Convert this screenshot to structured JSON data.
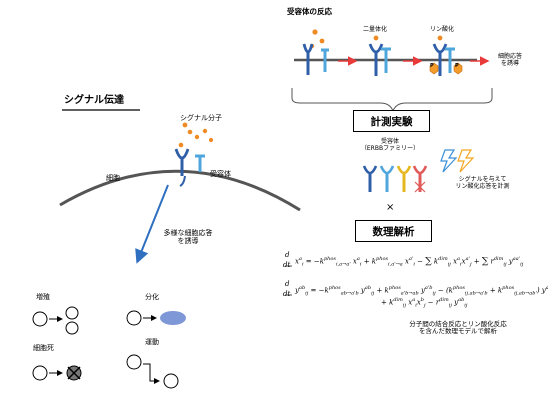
{
  "top_reaction": {
    "title": "受容体の反応",
    "dimerization_label": "二量体化",
    "phosphorylation_label": "リン酸化",
    "cell_response_label_1": "細胞応答",
    "cell_response_label_2": "を誘導",
    "phospho_marker": "P"
  },
  "signaling": {
    "title": "シグナル伝達",
    "signal_molecule_label": "シグナル分子",
    "receptor_label": "受容体",
    "cell_label": "細胞",
    "diverse_response_1": "多様な細胞応答",
    "diverse_response_2": "を誘導"
  },
  "outcomes": {
    "proliferation": "増殖",
    "differentiation": "分化",
    "cell_death": "細胞死",
    "migration": "運動"
  },
  "measurement": {
    "box_label": "計測実験",
    "family_label_1": "受容体",
    "family_label_2": "（ERBBファミリー）",
    "stimulus_label_1": "シグナルを与えて",
    "stimulus_label_2": "リン酸化応答を計測",
    "times_symbol": "×"
  },
  "analysis": {
    "box_label": "数理解析",
    "model_caption_1": "分子間の結合反応とリン酸化反応",
    "model_caption_2": "を含んだ数理モデルで解析",
    "eq1": "d/dt x_i^a = −k^phos_{i,a→a'} x_i^a + k^phos_{i,a'→a} x_i^{a'} − Σ k^dim_{ij} x_i^a x_j^{a'} + Σ r^dim_{ij} y_{ij}^{aa'}",
    "eq2": "d/dt y_ij^{ab} = −k^phos_{ab→a'b} y_ij^{ab} + k^phos_{a'b→ab} y_ij^{a'b} − (k^phos_{ij,ab→a'b} + k^phos_{ij,ab→ab'}) y_ij^{ab} + k^dim_{ij} x_i^a x_j^b − r^dim_{ij} y_ij^{ab}"
  },
  "colors": {
    "receptor_dark_blue": "#2f5fa8",
    "receptor_light_blue": "#4fa6dc",
    "ligand_orange": "#f08a24",
    "membrane_gray": "#555555",
    "arrow_red": "#e83a3a",
    "arrow_blue": "#2f6fc0",
    "phospho_orange": "#f39c2a",
    "receptor_gold": "#e6b81f",
    "receptor_red": "#e05a5a",
    "lightning_blue": "#3a8fd8",
    "lightning_orange": "#f5a623",
    "differentiated_cell": "#7e97d6",
    "dead_cell": "#777777"
  }
}
